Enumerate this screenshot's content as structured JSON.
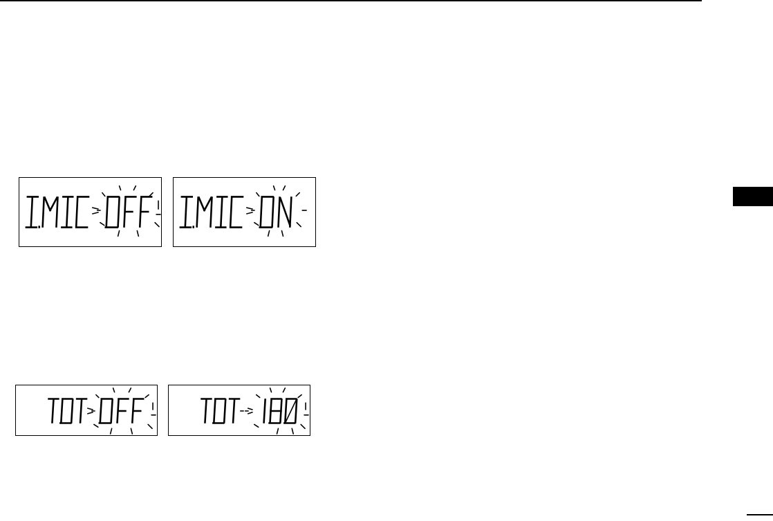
{
  "displays": {
    "imic_off": {
      "label": "I.MIC",
      "separator": "=",
      "value": "OFF",
      "state": "blinking"
    },
    "imic_on": {
      "label": "I.MIC",
      "separator": "=",
      "value": "ON",
      "state": "blinking"
    },
    "tot_off": {
      "label": "TOT",
      "separator": "=",
      "value": "OFF",
      "state": "blinking"
    },
    "tot_180": {
      "label": "TOT",
      "separator": "--",
      "value": "180",
      "state": "blinking"
    }
  },
  "colors": {
    "ink": "#000000",
    "paper": "#ffffff"
  }
}
